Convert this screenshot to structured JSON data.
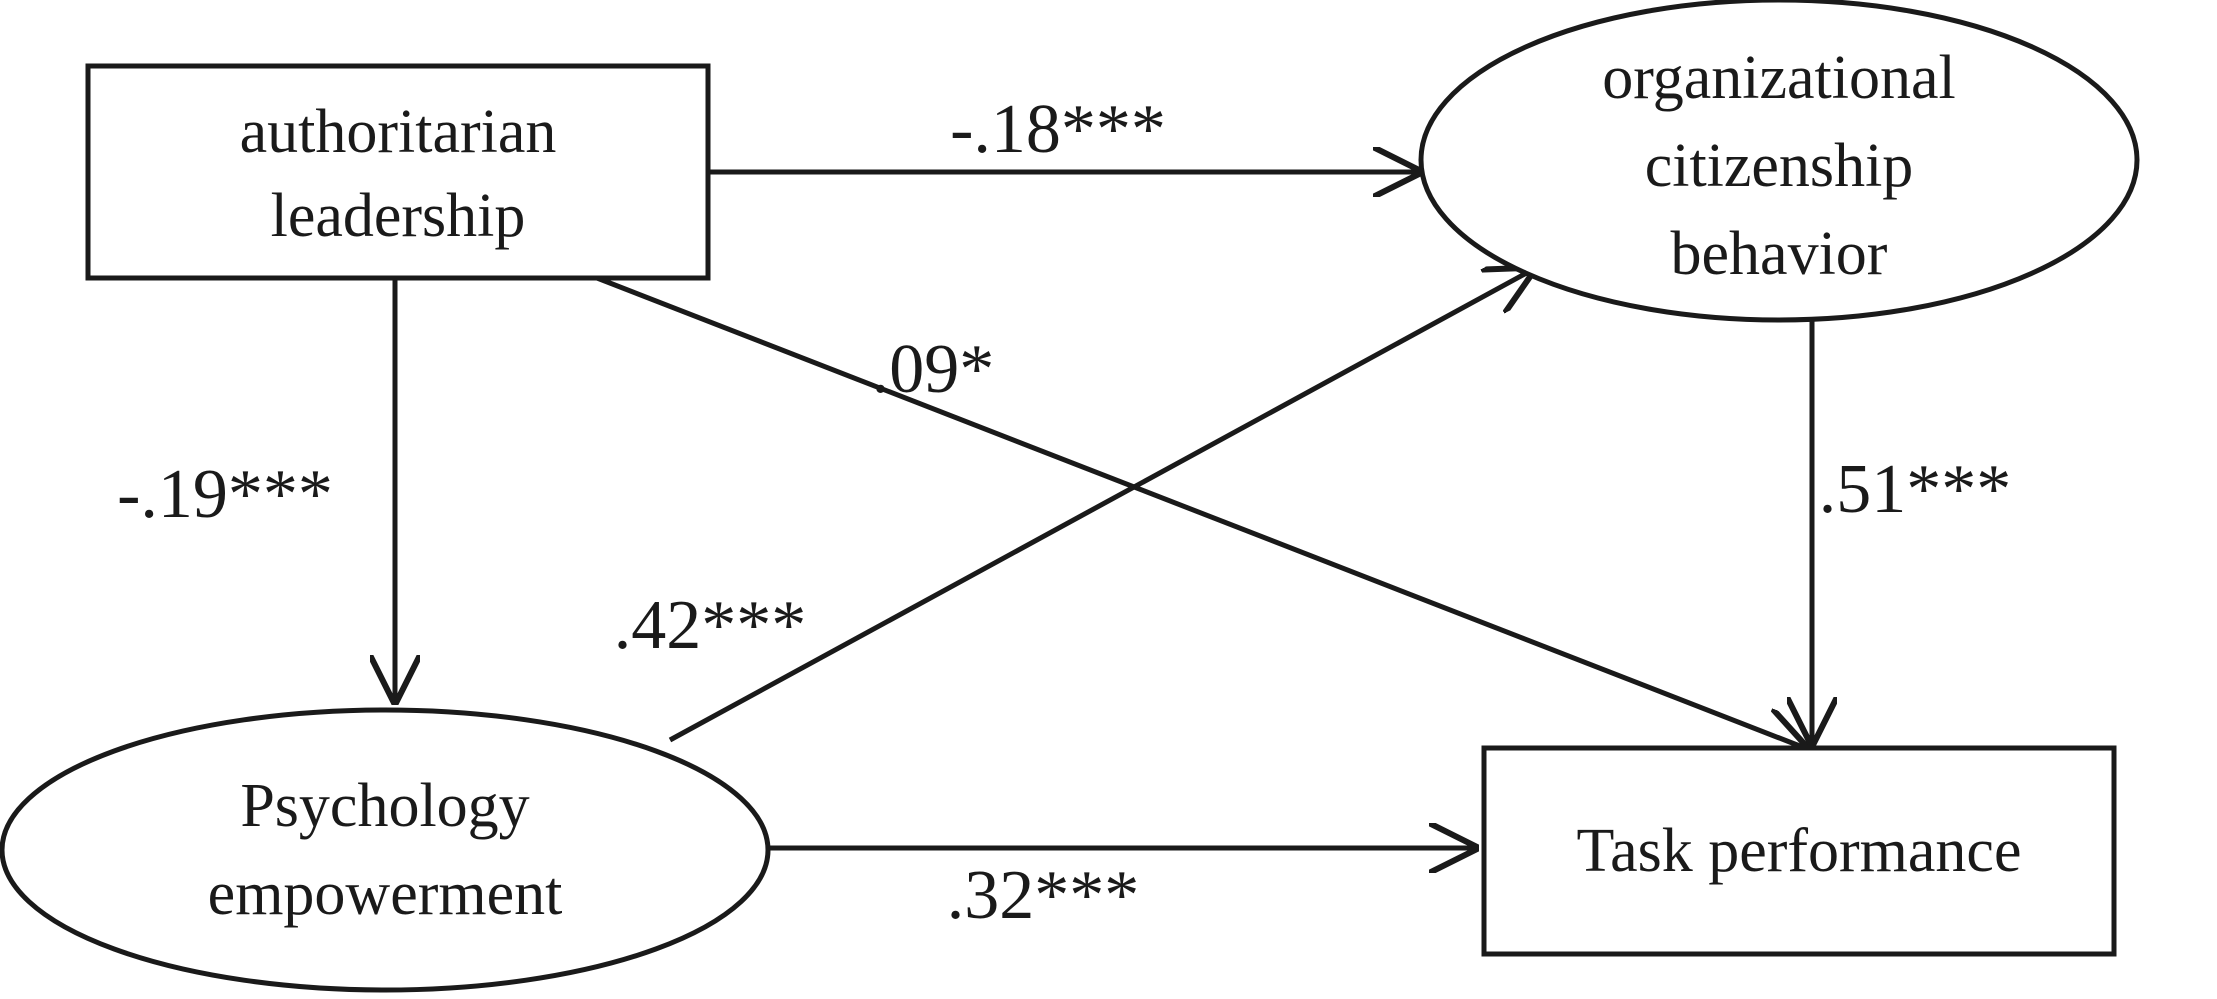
{
  "diagram": {
    "nodes": {
      "authoritarian_leadership": {
        "shape": "rectangle",
        "lines": [
          "authoritarian",
          "leadership"
        ]
      },
      "organizational_citizenship_behavior": {
        "shape": "ellipse",
        "lines": [
          "organizational",
          "citizenship",
          "behavior"
        ]
      },
      "psychology_empowerment": {
        "shape": "ellipse",
        "lines": [
          "Psychology",
          "empowerment"
        ]
      },
      "task_performance": {
        "shape": "rectangle",
        "lines": [
          "Task performance"
        ]
      }
    },
    "edges": [
      {
        "from": "authoritarian_leadership",
        "to": "organizational_citizenship_behavior",
        "coefficient": "-.18***"
      },
      {
        "from": "authoritarian_leadership",
        "to": "psychology_empowerment",
        "coefficient": "-.19***"
      },
      {
        "from": "authoritarian_leadership",
        "to": "task_performance",
        "coefficient": ".09*"
      },
      {
        "from": "psychology_empowerment",
        "to": "organizational_citizenship_behavior",
        "coefficient": ".42***"
      },
      {
        "from": "organizational_citizenship_behavior",
        "to": "task_performance",
        "coefficient": ".51***"
      },
      {
        "from": "psychology_empowerment",
        "to": "task_performance",
        "coefficient": ".32***"
      }
    ],
    "colors": {
      "stroke": "#1a1a1a",
      "text": "#1a1a1a",
      "background": "#ffffff"
    }
  }
}
